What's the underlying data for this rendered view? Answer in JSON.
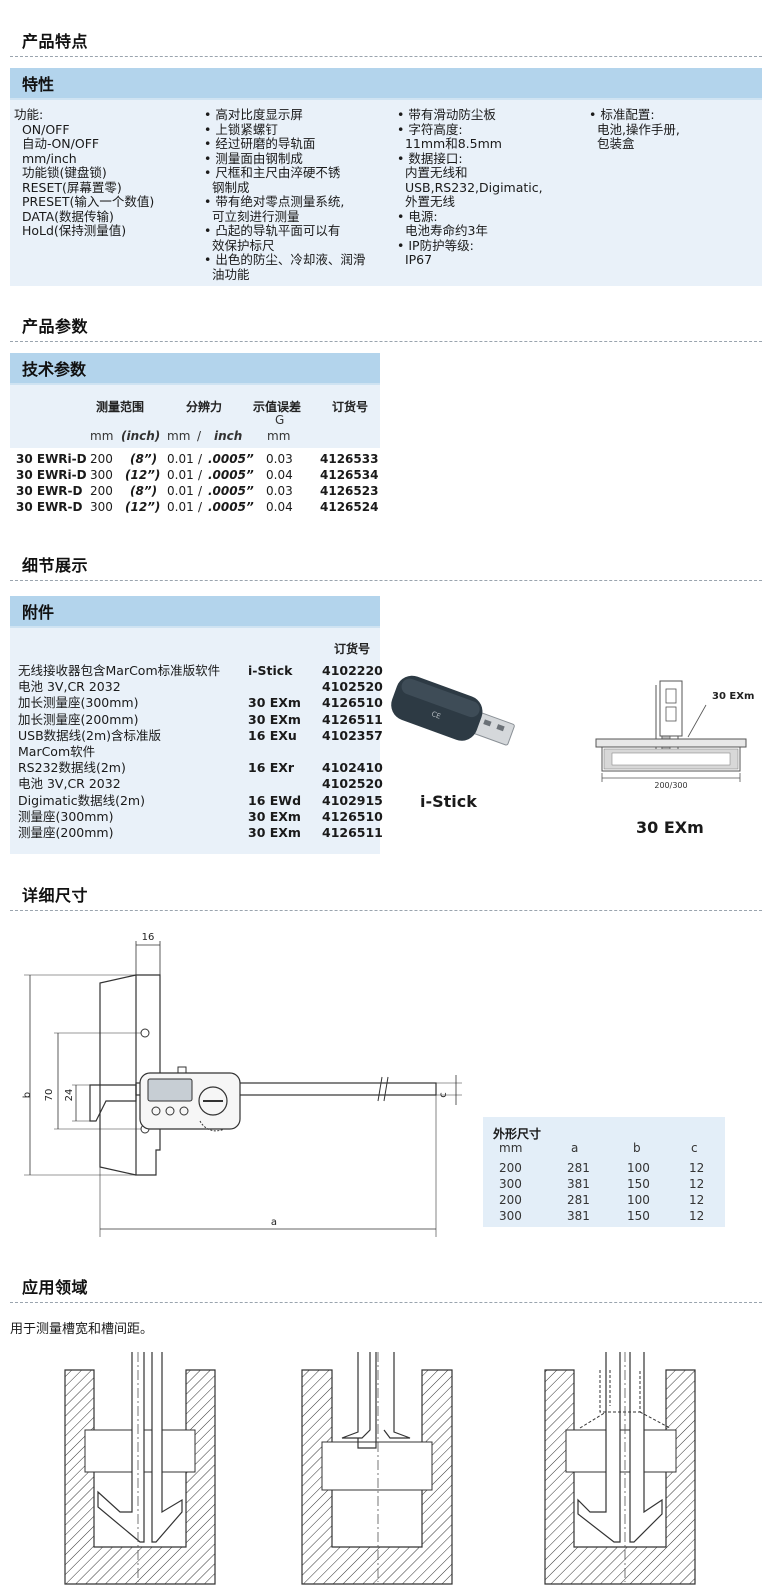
{
  "sections": {
    "features": "产品特点",
    "params": "产品参数",
    "details": "细节展示",
    "dimensions": "详细尺寸",
    "application": "应用领域"
  },
  "features_panel": {
    "title": "特性",
    "col1": [
      "功能:",
      "  ON/OFF",
      "  自动-ON/OFF",
      "  mm/inch",
      "  功能锁(键盘锁)",
      "  RESET(屏幕置零)",
      "  PRESET(输入一个数值)",
      "  DATA(数据传输)",
      "  HoLd(保持测量值)"
    ],
    "col2": [
      "• 高对比度显示屏",
      "• 上锁紧螺钉",
      "• 经过研磨的导轨面",
      "• 测量面由钢制成",
      "• 尺框和主尺由淬硬不锈",
      "  钢制成",
      "• 带有绝对零点测量系统,",
      "  可立刻进行测量",
      "• 凸起的导轨平面可以有",
      "  效保护标尺",
      "• 出色的防尘、冷却液、润滑",
      "  油功能"
    ],
    "col3": [
      "• 带有滑动防尘板",
      "• 字符高度:",
      "  11mm和8.5mm",
      "• 数据接口:",
      "  内置无线和",
      "  USB,RS232,Digimatic,",
      "  外置无线",
      "• 电源:",
      "  电池寿命约3年",
      "• IP防护等级:",
      "  IP67"
    ],
    "col4": [
      "• 标准配置:",
      "  电池,操作手册,",
      "  包装盒"
    ]
  },
  "tech_panel": {
    "title": "技术参数",
    "headers": {
      "range": "测量范围",
      "resolution": "分辨力",
      "error": "示值误差",
      "error_sub": "G",
      "order": "订货号"
    },
    "units": {
      "mm1": "mm",
      "inch1": "(inch)",
      "mm2": "mm",
      "slash": "/",
      "inch2": "inch",
      "mm3": "mm"
    },
    "rows": [
      {
        "model": "30 EWRi-D",
        "mm": "200",
        "inch": "(8”)",
        "res_mm": "0.01",
        "slash": "/",
        "res_inch": ".0005”",
        "err": "0.03",
        "order": "4126533"
      },
      {
        "model": "30 EWRi-D",
        "mm": "300",
        "inch": "(12”)",
        "res_mm": "0.01",
        "slash": "/",
        "res_inch": ".0005”",
        "err": "0.04",
        "order": "4126534"
      },
      {
        "model": "30 EWR-D",
        "mm": "200",
        "inch": "(8”)",
        "res_mm": "0.01",
        "slash": "/",
        "res_inch": ".0005”",
        "err": "0.03",
        "order": "4126523"
      },
      {
        "model": "30 EWR-D",
        "mm": "300",
        "inch": "(12”)",
        "res_mm": "0.01",
        "slash": "/",
        "res_inch": ".0005”",
        "err": "0.04",
        "order": "4126524"
      }
    ]
  },
  "accessories": {
    "title": "附件",
    "order_header": "订货号",
    "rows": [
      {
        "name": "无线接收器包含MarCom标准版软件",
        "model": "i-Stick",
        "order": "4102220"
      },
      {
        "name": "电池 3V,CR 2032",
        "model": "",
        "order": "4102520"
      },
      {
        "name": "加长测量座(300mm)",
        "model": "30 EXm",
        "order": "4126510"
      },
      {
        "name": "加长测量座(200mm)",
        "model": "30 EXm",
        "order": "4126511"
      },
      {
        "name": "USB数据线(2m)含标准版",
        "model": "16 EXu",
        "order": "4102357"
      },
      {
        "name": "MarCom软件",
        "model": "",
        "order": ""
      },
      {
        "name": "RS232数据线(2m)",
        "model": "16 EXr",
        "order": "4102410"
      },
      {
        "name": "电池 3V,CR 2032",
        "model": "",
        "order": "4102520"
      },
      {
        "name": "Digimatic数据线(2m)",
        "model": "16 EWd",
        "order": "4102915"
      },
      {
        "name": "测量座(300mm)",
        "model": "30 EXm",
        "order": "4126510"
      },
      {
        "name": "测量座(200mm)",
        "model": "30 EXm",
        "order": "4126511"
      }
    ],
    "istick_caption": "i-Stick",
    "exm_caption": "30 EXm",
    "exm_label": "30 EXm",
    "exm_dim": "200/300"
  },
  "drawing": {
    "dim_16": "16",
    "dim_b": "b",
    "dim_70": "70",
    "dim_24": "24",
    "dim_a": "a",
    "dim_c": "c"
  },
  "dim_table": {
    "title": "外形尺寸",
    "headers": [
      "mm",
      "a",
      "b",
      "c"
    ],
    "rows": [
      [
        "200",
        "281",
        "100",
        "12"
      ],
      [
        "300",
        "381",
        "150",
        "12"
      ],
      [
        "200",
        "281",
        "100",
        "12"
      ],
      [
        "300",
        "381",
        "150",
        "12"
      ]
    ]
  },
  "application": {
    "text": "用于测量槽宽和槽间距。"
  },
  "colors": {
    "panel_head": "#b3d4ec",
    "panel_body": "#e9f1f9"
  }
}
